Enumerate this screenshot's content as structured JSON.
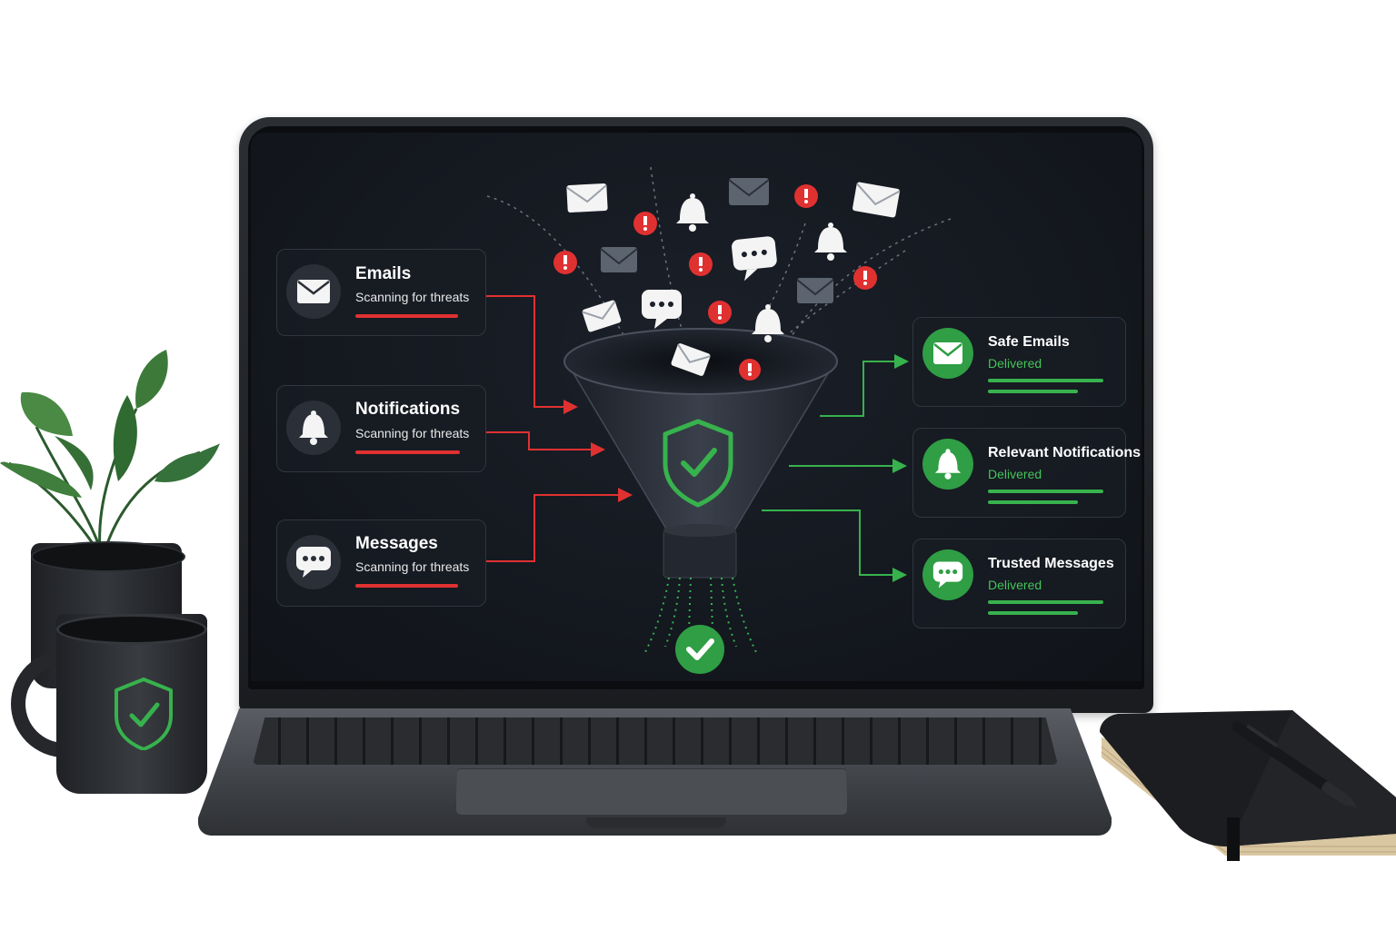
{
  "inputs": [
    {
      "title": "Emails",
      "status": "Scanning for threats",
      "icon": "envelope-icon"
    },
    {
      "title": "Notifications",
      "status": "Scanning for threats",
      "icon": "bell-icon"
    },
    {
      "title": "Messages",
      "status": "Scanning for threats",
      "icon": "chat-bubble-icon"
    }
  ],
  "outputs": [
    {
      "title": "Safe Emails",
      "status": "Delivered",
      "icon": "envelope-icon"
    },
    {
      "title": "Relevant Notifications",
      "status": "Delivered",
      "icon": "bell-icon"
    },
    {
      "title": "Trusted Messages",
      "status": "Delivered",
      "icon": "chat-bubble-icon"
    }
  ],
  "colors": {
    "threat_red": "#e03131",
    "safe_green": "#37b24d",
    "screen_bg": "#14181f"
  },
  "funnel": {
    "icon": "shield-check-icon",
    "output_icon": "check-circle-icon"
  }
}
